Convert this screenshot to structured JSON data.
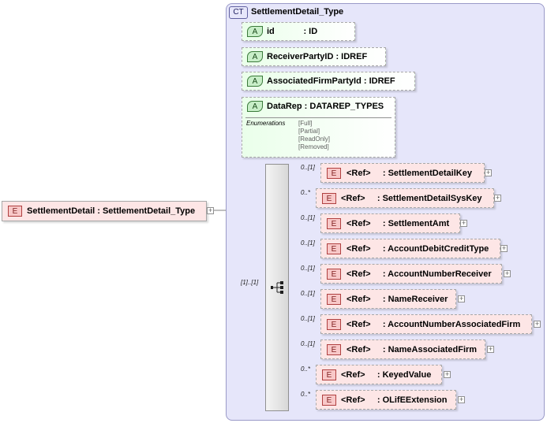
{
  "root": {
    "badge": "E",
    "label": "SettlementDetail : SettlementDetail_Type"
  },
  "complex_type": {
    "badge": "CT",
    "title": "SettlementDetail_Type"
  },
  "attributes": [
    {
      "badge": "A",
      "label": "id            : ID"
    },
    {
      "badge": "A",
      "label": "ReceiverPartyID : IDREF"
    },
    {
      "badge": "A",
      "label": "AssociatedFirmPartyId : IDREF"
    },
    {
      "badge": "A",
      "label": "DataRep : DATAREP_TYPES"
    }
  ],
  "enumerations": {
    "label": "Enumerations",
    "values": [
      "[Full]",
      "[Partial]",
      "[ReadOnly]",
      "[Removed]"
    ]
  },
  "sequence_cardinality": "[1]..[1]",
  "elements": [
    {
      "card": "0..[1]",
      "badge": "E",
      "label": "<Ref>     : SettlementDetailKey"
    },
    {
      "card": "0..*",
      "badge": "E",
      "label": "<Ref>     : SettlementDetailSysKey"
    },
    {
      "card": "0..[1]",
      "badge": "E",
      "label": "<Ref>     : SettlementAmt"
    },
    {
      "card": "0..[1]",
      "badge": "E",
      "label": "<Ref>     : AccountDebitCreditType"
    },
    {
      "card": "0..[1]",
      "badge": "E",
      "label": "<Ref>     : AccountNumberReceiver"
    },
    {
      "card": "0..[1]",
      "badge": "E",
      "label": "<Ref>     : NameReceiver"
    },
    {
      "card": "0..[1]",
      "badge": "E",
      "label": "<Ref>     : AccountNumberAssociatedFirm"
    },
    {
      "card": "0..[1]",
      "badge": "E",
      "label": "<Ref>     : NameAssociatedFirm"
    },
    {
      "card": "0..*",
      "badge": "E",
      "label": "<Ref>     : KeyedValue"
    },
    {
      "card": "0..*",
      "badge": "E",
      "label": "<Ref>     : OLifEExtension"
    }
  ],
  "expand_symbol": "+"
}
